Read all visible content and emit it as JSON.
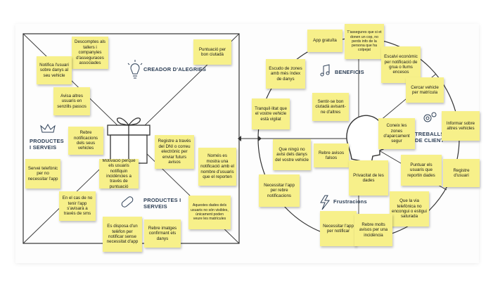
{
  "sections": {
    "creator": "CREADOR D'ALEGRIES",
    "products_left": "PRODUCTES I SERVEIS",
    "products_bottom": "PRODUCTES I SERVEIS",
    "benefits": "BENEFICIS",
    "jobs": "TREBALLS DE CLIENT",
    "frustrations": "Frustracions"
  },
  "notes": {
    "descomptes": "Descomptes als tallers i companyies d'asseguraces associades",
    "puntuacio_bon_ciutada": "Puntuació per bon ciutadà",
    "notifica_usuari": "Notifica l'usuari sobre danys al seu vehicle",
    "avisa_altres": "Avisa altres usuaris en senzills passos",
    "rebre_notificacions": "Rebre notificacions dels seus vehicles",
    "servei_telefonic": "Servei telefònic per no necessitar l'app",
    "en_cas_no_app": "En el cas de no tenir l'app s'avisarà a través de sms",
    "motivacio": "Motivació perquè els usuaris notifiquin incidències a través de puntuació",
    "registre_dni": "Registre a través del DNI o correu electrònic per enviar futurs avisos",
    "nomes_notificacio": "Només es mostra una notificació amb el nombre d'usuaris que el reporten",
    "aquestes_dades": "Aquestes dades dels usuaris no són visibles, únicament poden veure les matrícules",
    "telefon_sense_app": "Es disposa d'un telèfon per notificar sense necessitat d'app",
    "rebre_imatges": "Rebre imatges confirmant els danys",
    "app_gratuita": "App gratuïta",
    "tassegures": "T'assegures que si et donen un cop, no perds info de la persona que ha colpejat",
    "escalvi": "Escalvi econòmic per notificació de grua o llums encesos",
    "escudo_zones": "Escudo de zones amb més índex de danys",
    "tranquilitat": "Tranquil·litat que el vostre vehicle està vigilat",
    "sentir_bon": "Sentir-se bon ciutadà avisant-ne d'altres",
    "coneix_zones": "Coneix les zones d'aparcament segur",
    "cercar_matricula": "Cercar vehicle per matrícula",
    "informar_altres": "Informar sobre altres vehicles",
    "ningu_avisi": "Que ningú no avisi dels danys del vostre vehicle",
    "rebre_avisos_falsos": "Rebre avisos falsos",
    "necessitar_app_rebre": "Necessitar l'app per rebre notificacions",
    "privacitat": "Privacitat de les dades",
    "puntuar_usuaris": "Puntuar els usuaris que reportin dades",
    "registre_usuari": "Registre d'usuari",
    "via_telefonica": "Que la via telefònica no encongui o estigui saturada",
    "necessitar_app_notificar": "Necessitar l'app per notificar",
    "rebre_molts": "Rebre molts avisos per una incidència"
  },
  "icons": [
    "gift-icon",
    "lightbulb-icon",
    "crown-icon",
    "pill-icon",
    "music-icon",
    "lightning-icon",
    "gears-icon",
    "head-icon"
  ],
  "colors": {
    "sticky": "#f7f08a",
    "line": "#333333",
    "heading": "#2e4057"
  }
}
